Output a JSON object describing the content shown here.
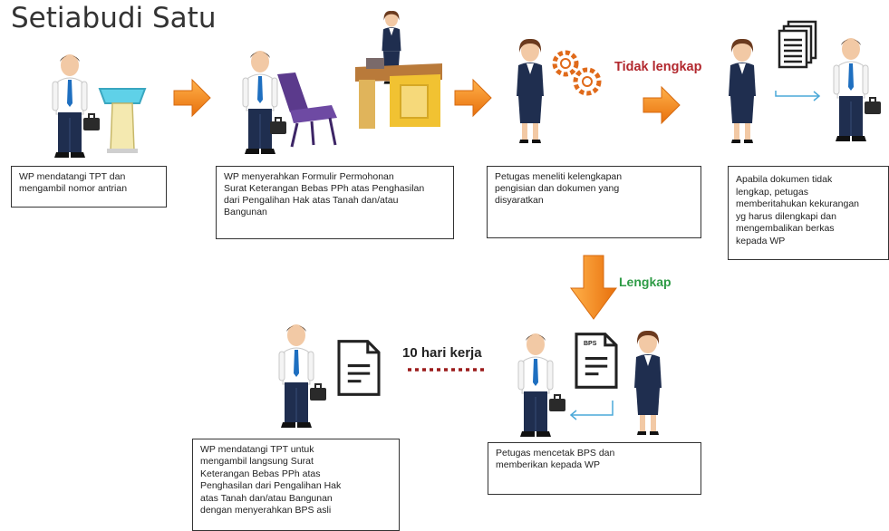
{
  "title": "Setiabudi Satu",
  "labels": {
    "incomplete": "Tidak lengkap",
    "complete": "Lengkap",
    "duration": "10 hari kerja",
    "bps_doc": "BPS"
  },
  "steps": [
    {
      "lines": [
        "WP mendatangi TPT dan",
        "mengambil nomor antrian"
      ]
    },
    {
      "lines": [
        "WP menyerahkan Formulir Permohonan",
        "Surat Keterangan Bebas PPh atas Penghasilan",
        "dari Pengalihan Hak atas Tanah dan/atau",
        "Bangunan"
      ]
    },
    {
      "lines": [
        "Petugas meneliti kelengkapan",
        "pengisian dan dokumen yang",
        "disyaratkan"
      ]
    },
    {
      "lines": [
        "Apabila dokumen tidak",
        "lengkap, petugas",
        "memberitahukan  kekurangan",
        "yg harus dilengkapi dan",
        "mengembalikan  berkas",
        "kepada WP"
      ]
    },
    {
      "lines": [
        "Petugas mencetak BPS dan",
        "memberikan  kepada WP"
      ]
    },
    {
      "lines": [
        "WP mendatangi TPT  untuk",
        "mengambil langsung Surat",
        "Keterangan Bebas PPh  atas",
        "Penghasilan  dari Pengalihan  Hak",
        "atas Tanah  dan/atau Bangunan",
        "dengan menyerahkan BPS asli"
      ]
    }
  ],
  "colors": {
    "arrow_orange": "#f08a1c",
    "suit_navy": "#1f2e4f",
    "tie_blue": "#1e6fc0",
    "chair_purple": "#5b3a8c",
    "label_red": "#b2282e",
    "label_green": "#2e9b46",
    "dots_red": "#9b1c1c"
  },
  "icons": [
    "man-figure-icon",
    "woman-figure-icon",
    "kiosk-icon",
    "gears-icon",
    "document-icon",
    "documents-stack-icon",
    "bps-document-icon",
    "chair-icon",
    "desk-icon",
    "arrow-right-icon",
    "arrow-down-icon",
    "return-arrow-icon"
  ]
}
